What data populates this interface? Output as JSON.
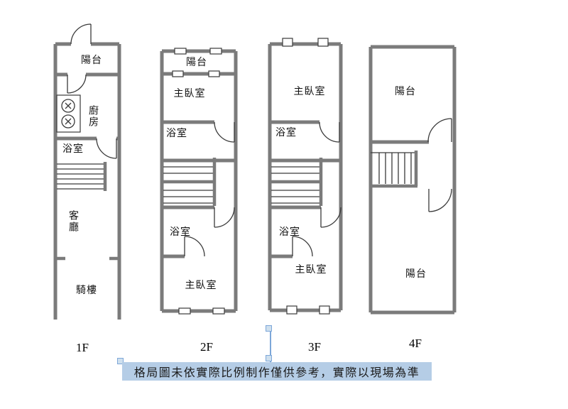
{
  "floors": [
    {
      "label": "1F",
      "rooms": {
        "balcony": "陽台",
        "kitchen": "廚房",
        "bath": "浴室",
        "living": "客廳",
        "arcade": "騎樓"
      }
    },
    {
      "label": "2F",
      "rooms": {
        "balcony": "陽台",
        "master_top": "主臥室",
        "bath_top": "浴室",
        "bath_bottom": "浴室",
        "master_bottom": "主臥室"
      }
    },
    {
      "label": "3F",
      "rooms": {
        "master_top": "主臥室",
        "bath_top": "浴室",
        "bath_bottom": "浴室",
        "master_bottom": "主臥室"
      }
    },
    {
      "label": "4F",
      "rooms": {
        "balcony_top": "陽台",
        "balcony_bottom": "陽台"
      }
    }
  ],
  "disclaimer": "格局圖未依實際比例制作僅供參考，實際以現場為準",
  "colors": {
    "wall": "#7b7b7b",
    "line": "#3a3a3a",
    "highlight": "#b5cde6",
    "handle": "#7da7d9"
  }
}
